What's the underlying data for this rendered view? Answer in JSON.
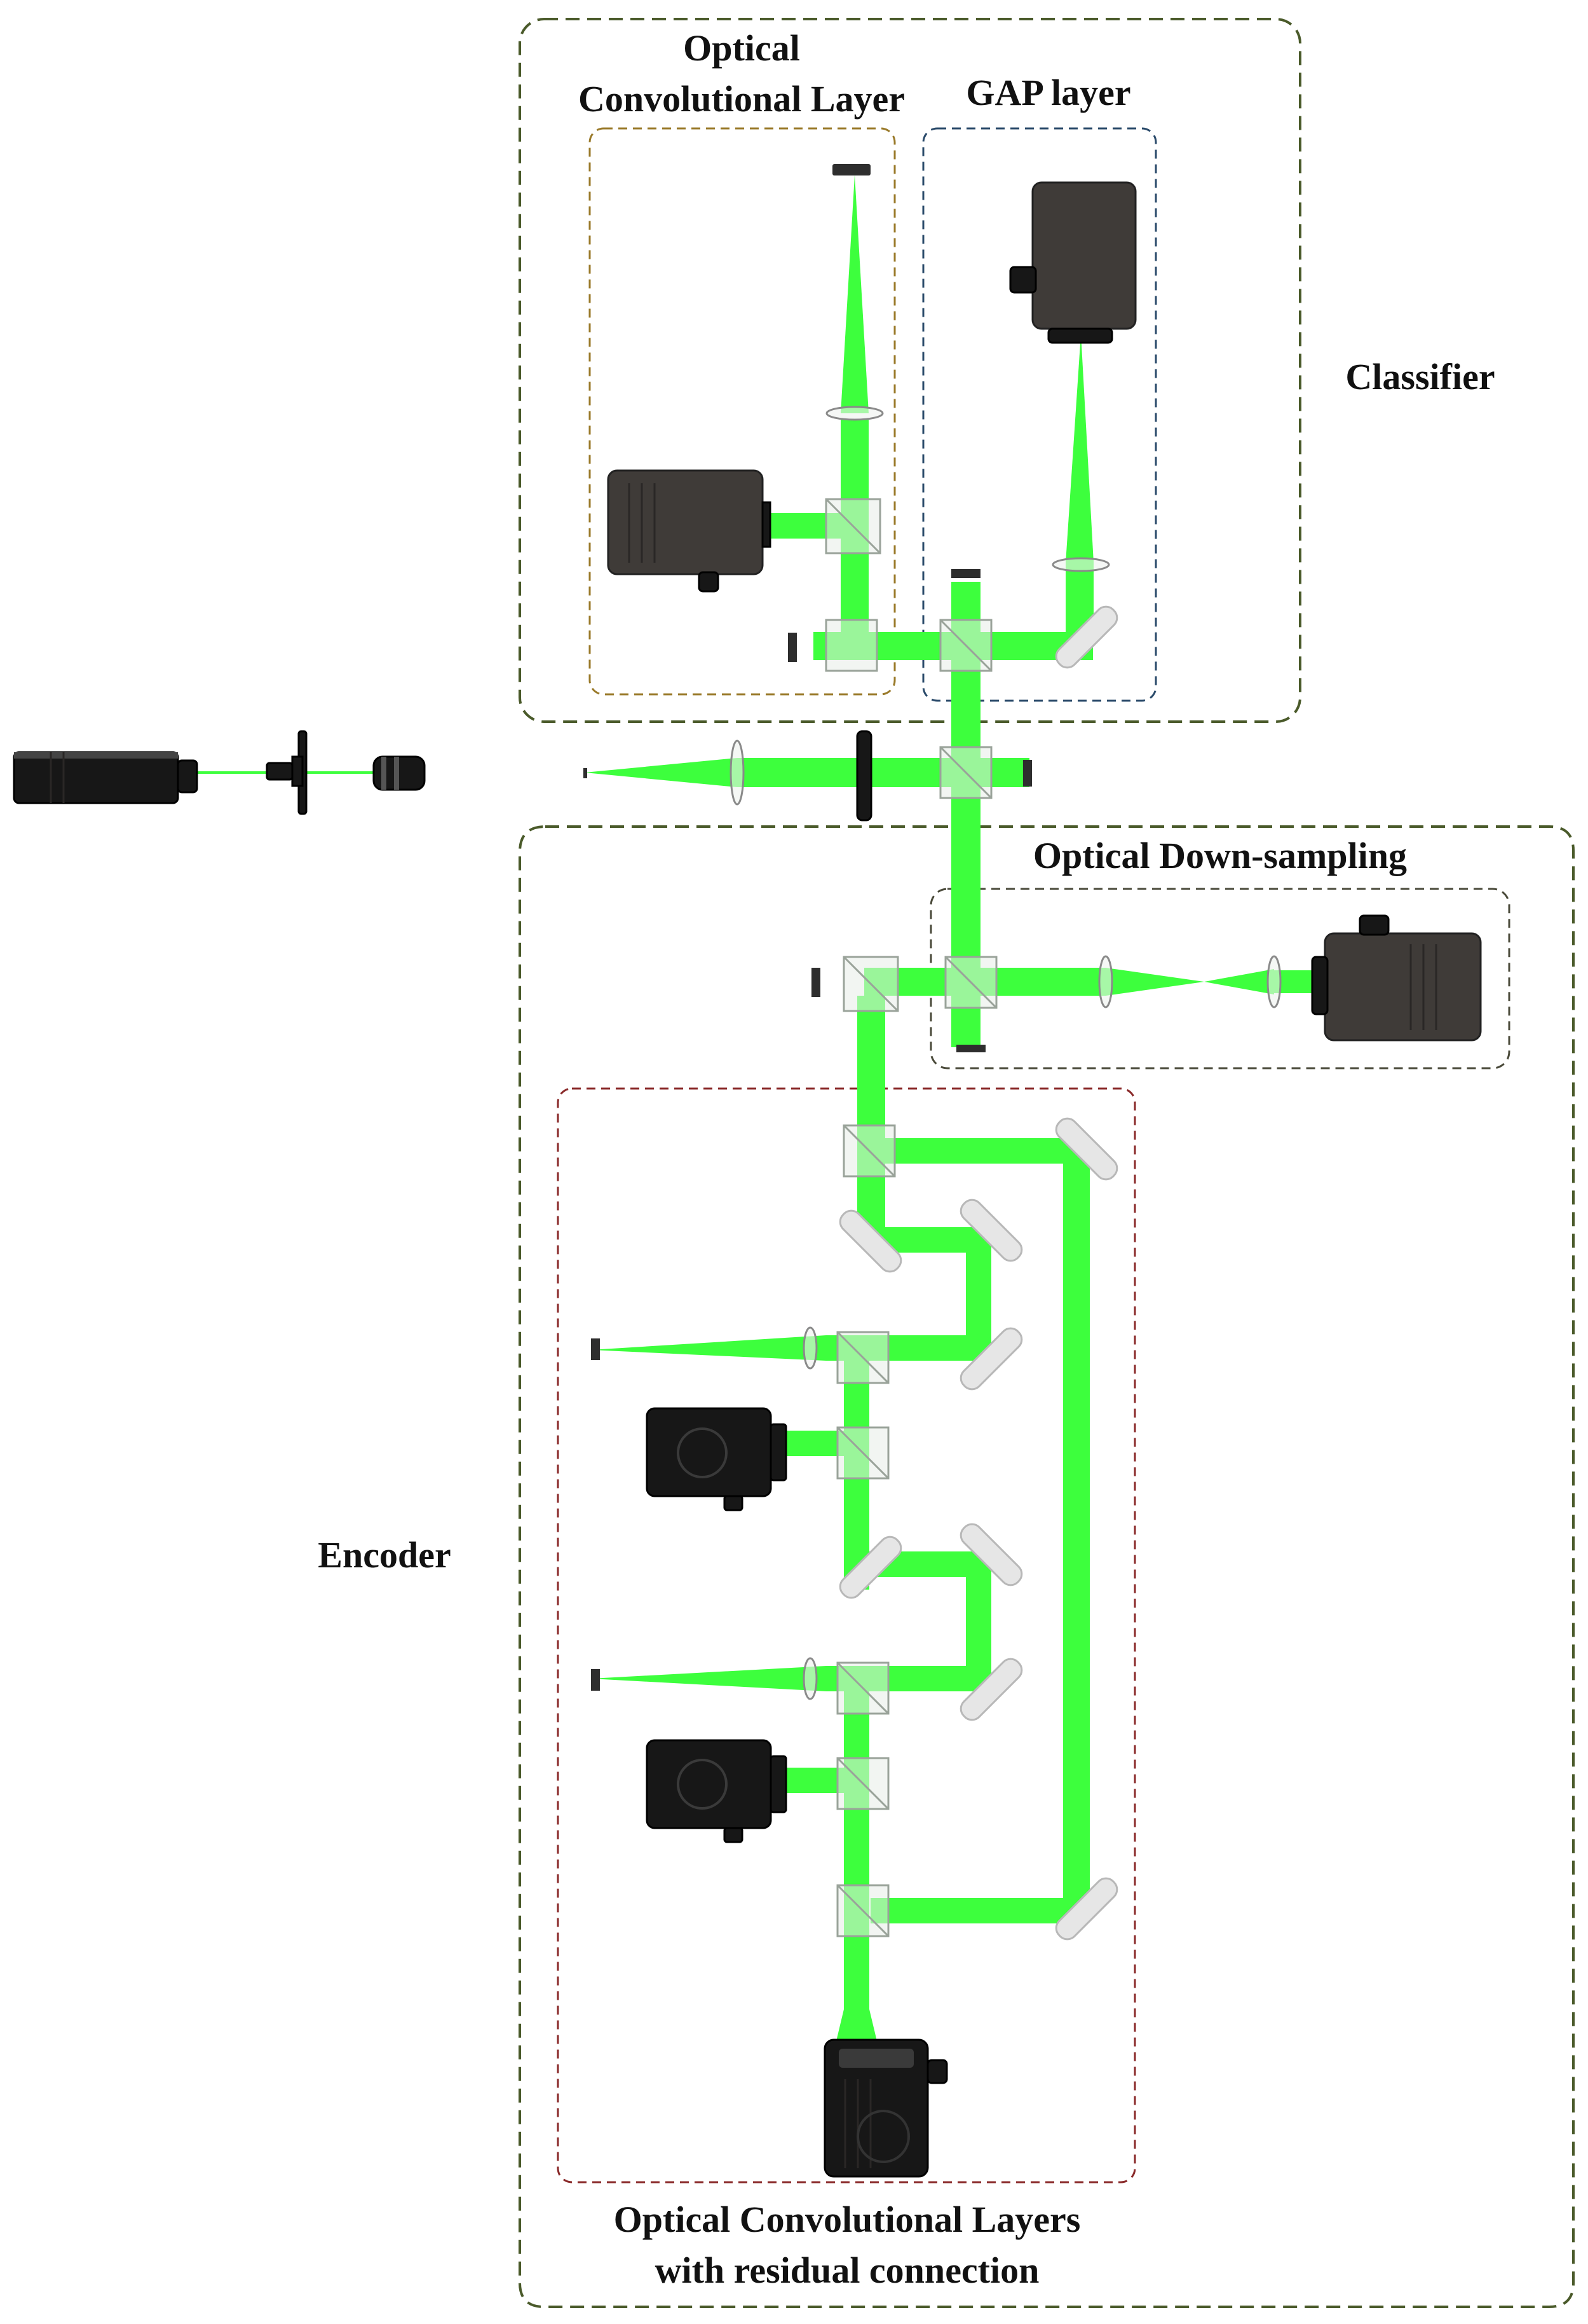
{
  "labels": {
    "optical_conv_layer_line1": "Optical",
    "optical_conv_layer_line2": "Convolutional Layer",
    "gap_layer": "GAP layer",
    "classifier": "Classifier",
    "optical_down_sampling": "Optical Down-sampling",
    "encoder": "Encoder",
    "residual_line1": "Optical Convolutional Layers",
    "residual_line2": "with residual connection"
  },
  "colors": {
    "beam": "#3dff3d",
    "classifier_box": "#4a5a2a",
    "optical_conv_box": "#9a7a2a",
    "gap_box": "#2a4a6a",
    "down_sampling_box": "#4a4a3a",
    "residual_box": "#8a2a2a",
    "encoder_box": "#4a5a2a"
  }
}
